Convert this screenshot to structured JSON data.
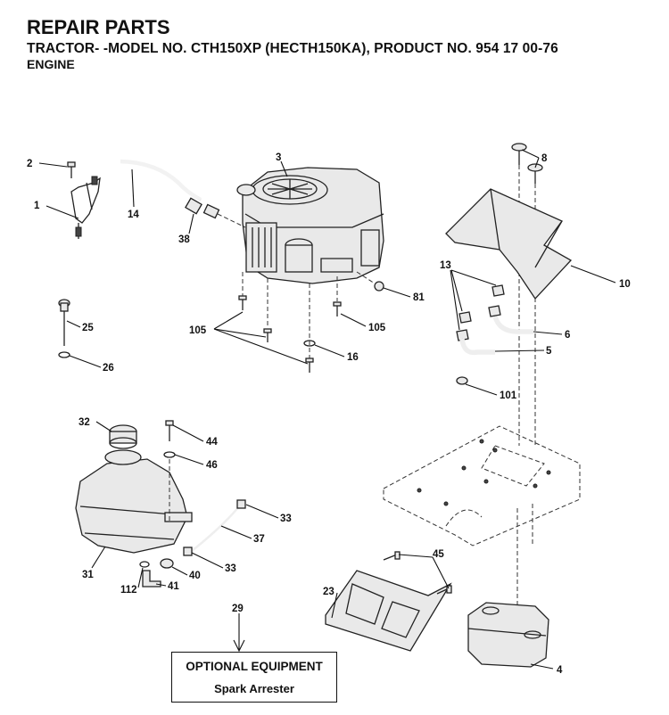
{
  "header": {
    "title": "REPAIR PARTS",
    "subtitle": "TRACTOR- -MODEL NO. CTH150XP (HECTH150KA), PRODUCT NO. 954 17 00-76",
    "section": "ENGINE"
  },
  "callouts": {
    "c1": "1",
    "c2": "2",
    "c3": "3",
    "c4": "4",
    "c5": "5",
    "c6": "6",
    "c8": "8",
    "c10": "10",
    "c13": "13",
    "c14": "14",
    "c16": "16",
    "c23": "23",
    "c25": "25",
    "c26": "26",
    "c29": "29",
    "c31": "31",
    "c32": "32",
    "c33a": "33",
    "c33b": "33",
    "c37": "37",
    "c38": "38",
    "c40": "40",
    "c41": "41",
    "c44": "44",
    "c45": "45",
    "c46": "46",
    "c81": "81",
    "c101": "101",
    "c105a": "105",
    "c105b": "105",
    "c112": "112"
  },
  "optional": {
    "heading": "OPTIONAL EQUIPMENT",
    "item": "Spark Arrester"
  }
}
